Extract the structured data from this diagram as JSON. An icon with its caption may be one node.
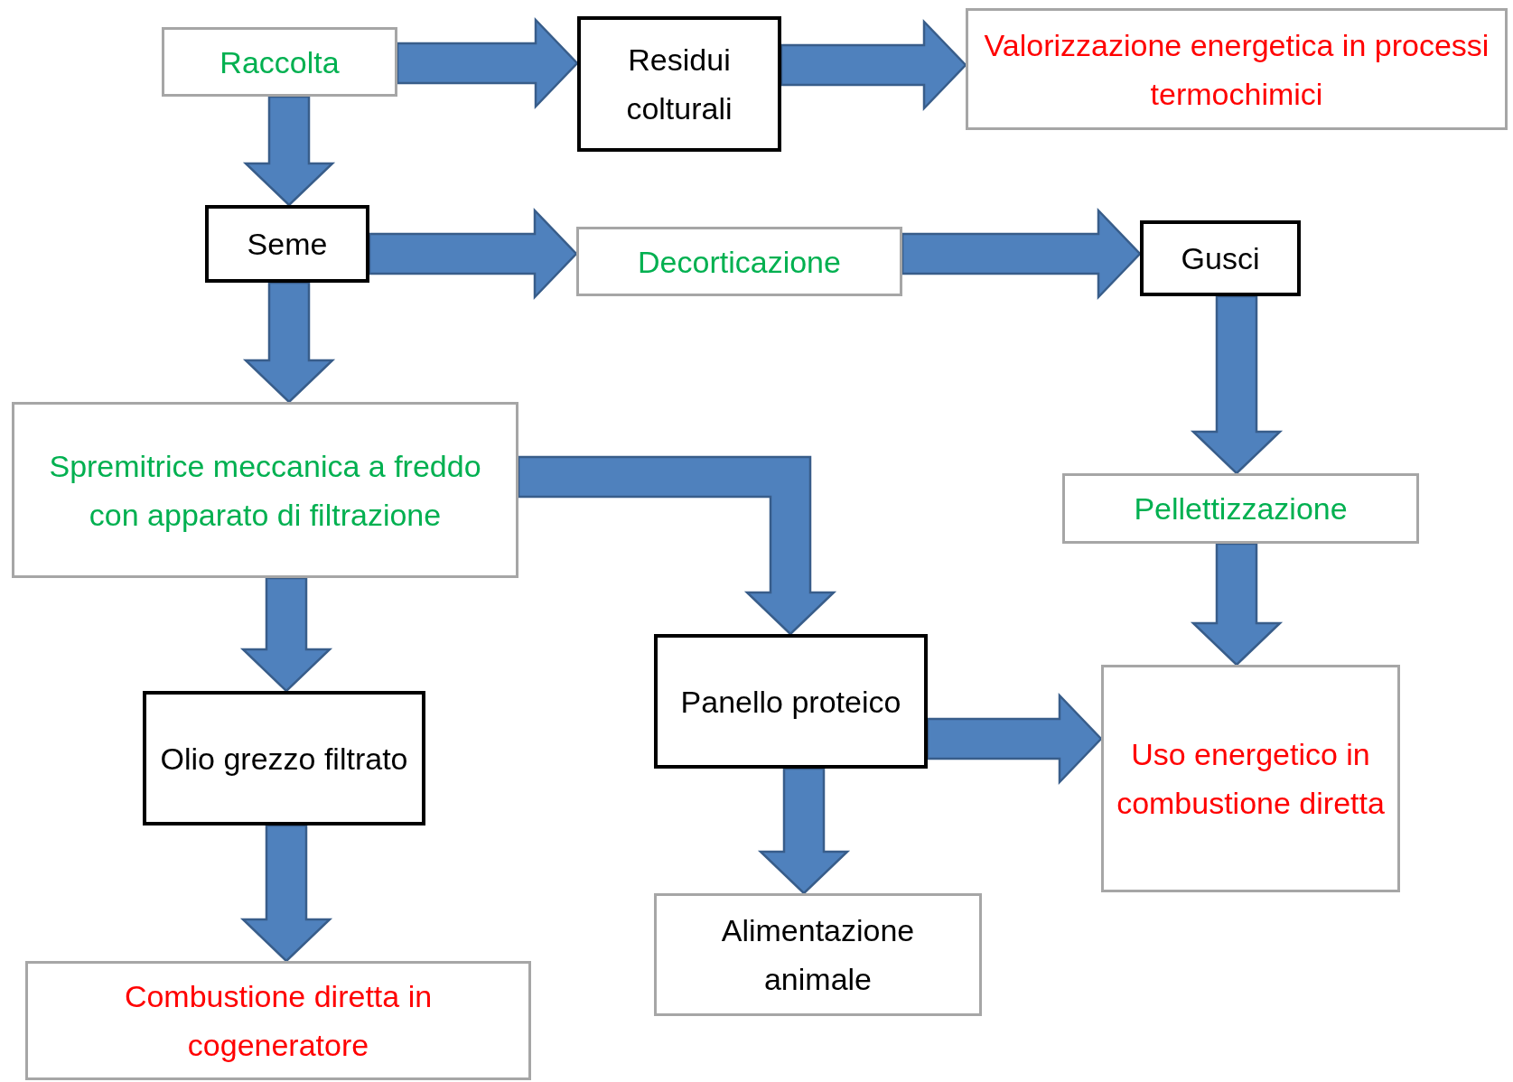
{
  "diagram": {
    "nodes": [
      {
        "text": [
          "Raccolta"
        ]
      },
      {
        "text": [
          "Residui colturali"
        ]
      },
      {
        "text": [
          "Valorizzazione energetica in processi termochimici"
        ]
      },
      {
        "text": [
          "Seme"
        ]
      },
      {
        "text": [
          "Decorticazione"
        ]
      },
      {
        "text": [
          "Gusci"
        ]
      },
      {
        "text": [
          "Spremitrice meccanica a freddo con apparato di filtrazione"
        ]
      },
      {
        "text": [
          "Pellettizzazione"
        ]
      },
      {
        "text": [
          "Panello proteico"
        ]
      },
      {
        "text": [
          "Olio grezzo filtrato"
        ]
      },
      {
        "text": [
          "Uso energetico in combustione diretta"
        ]
      },
      {
        "text": [
          "Alimentazione animale"
        ]
      },
      {
        "text": [
          "Combustione diretta in cogeneratore"
        ]
      }
    ],
    "edges": [
      {
        "from": 0,
        "to": 1,
        "arrow": "to"
      },
      {
        "from": 1,
        "to": 2,
        "arrow": "to"
      },
      {
        "from": 0,
        "to": 3,
        "arrow": "to"
      },
      {
        "from": 3,
        "to": 4,
        "arrow": "to"
      },
      {
        "from": 4,
        "to": 5,
        "arrow": "to"
      },
      {
        "from": 3,
        "to": 6,
        "arrow": "to"
      },
      {
        "from": 5,
        "to": 7,
        "arrow": "to"
      },
      {
        "from": 6,
        "to": 8,
        "arrow": "to"
      },
      {
        "from": 6,
        "to": 9,
        "arrow": "to"
      },
      {
        "from": 7,
        "to": 10,
        "arrow": "to"
      },
      {
        "from": 8,
        "to": 10,
        "arrow": "to"
      },
      {
        "from": 8,
        "to": 11,
        "arrow": "to"
      },
      {
        "from": 9,
        "to": 12,
        "arrow": "to"
      }
    ]
  }
}
